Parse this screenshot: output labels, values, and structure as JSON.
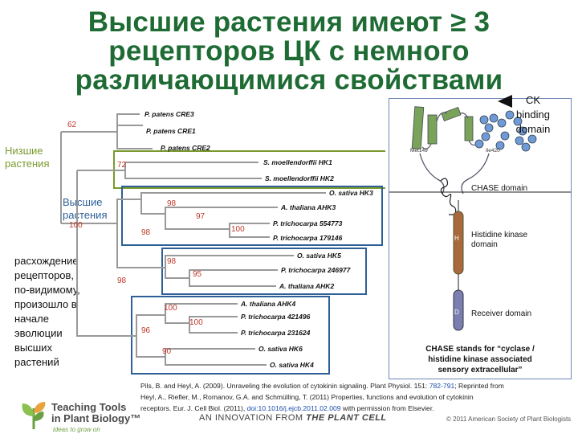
{
  "title": {
    "line1": "Высшие растения имеют ≥ 3",
    "line2": "рецепторов ЦК с немного",
    "line3": "различающимися свойствами"
  },
  "group_labels": {
    "lower_line1": "Низшие",
    "lower_line2": "растения",
    "higher_line1": "Высшие",
    "higher_line2": "растения"
  },
  "description": [
    "расхождение",
    "рецепторов,",
    "по-видимому,",
    "произошло в",
    "начале",
    "эволюции",
    "высших",
    "растений"
  ],
  "tree": {
    "leaves": [
      "P. patens CRE3",
      "P. patens CRE1",
      "P. patens CRE2",
      "S. moellendorffii HK1",
      "S. moellendorffii HK2",
      "O. sativa HK3",
      "A. thaliana AHK3",
      "P. trichocarpa 554773",
      "P. trichocarpa 179146",
      "O. sativa HK5",
      "P. trichocarpa 246977",
      "A. thaliana AHK2",
      "A. thaliana AHK4",
      "P. trichocarpa 421496",
      "P. trichocarpa 231624",
      "O. sativa HK6",
      "O. sativa HK4"
    ],
    "support_values": [
      "62",
      "72",
      "100",
      "98",
      "97",
      "100",
      "98",
      "98",
      "95",
      "98",
      "100",
      "100",
      "96",
      "90"
    ],
    "colors": {
      "tree_line": "#999999",
      "lower_box": "#7a9a2e",
      "higher_box": "#2e5f96",
      "support": "#c0392b"
    }
  },
  "domain_figure": {
    "ck_label_line1": "CK",
    "ck_label_line2": "binding",
    "ck_label_line3": "domain",
    "met_label": "Met149",
    "ile_label": "Ile420",
    "chase_label": "CHASE domain",
    "hk_label_line1": "Histidine kinase",
    "hk_label_line2": "domain",
    "h_letter": "H",
    "receiver_label": "Receiver domain",
    "d_letter": "D",
    "caption_line1": "CHASE stands for “cyclase /",
    "caption_line2": "histidine kinase associated",
    "caption_line3": "sensory extracellular”"
  },
  "citation": {
    "line1_a": "Pils, B. and Heyl, A. (2009). Unraveling the evolution of cytokinin signaling. Plant Physiol. 151: ",
    "line1_doi": "782-791",
    "line1_b": "; Reprinted from",
    "line2": "Heyl, A., Riefler, M., Romanov, G.A. and Schmülling, T. (2011) Properties, functions and evolution of cytokinin",
    "line3_a": "receptors. Eur. J. Cell Biol. (2011), ",
    "line3_doi": "doi:10.1016/j.ejcb.2011.02.009",
    "line3_b": " with permission from Elsevier."
  },
  "footer": {
    "logo_line1": "Teaching Tools",
    "logo_line2": "in Plant Biology™",
    "tagline": "ideas to grow on",
    "innovation_a": "AN INNOVATION FROM ",
    "innovation_b": "THE PLANT CELL",
    "copyright": "© 2011 American Society of Plant Biologists"
  }
}
